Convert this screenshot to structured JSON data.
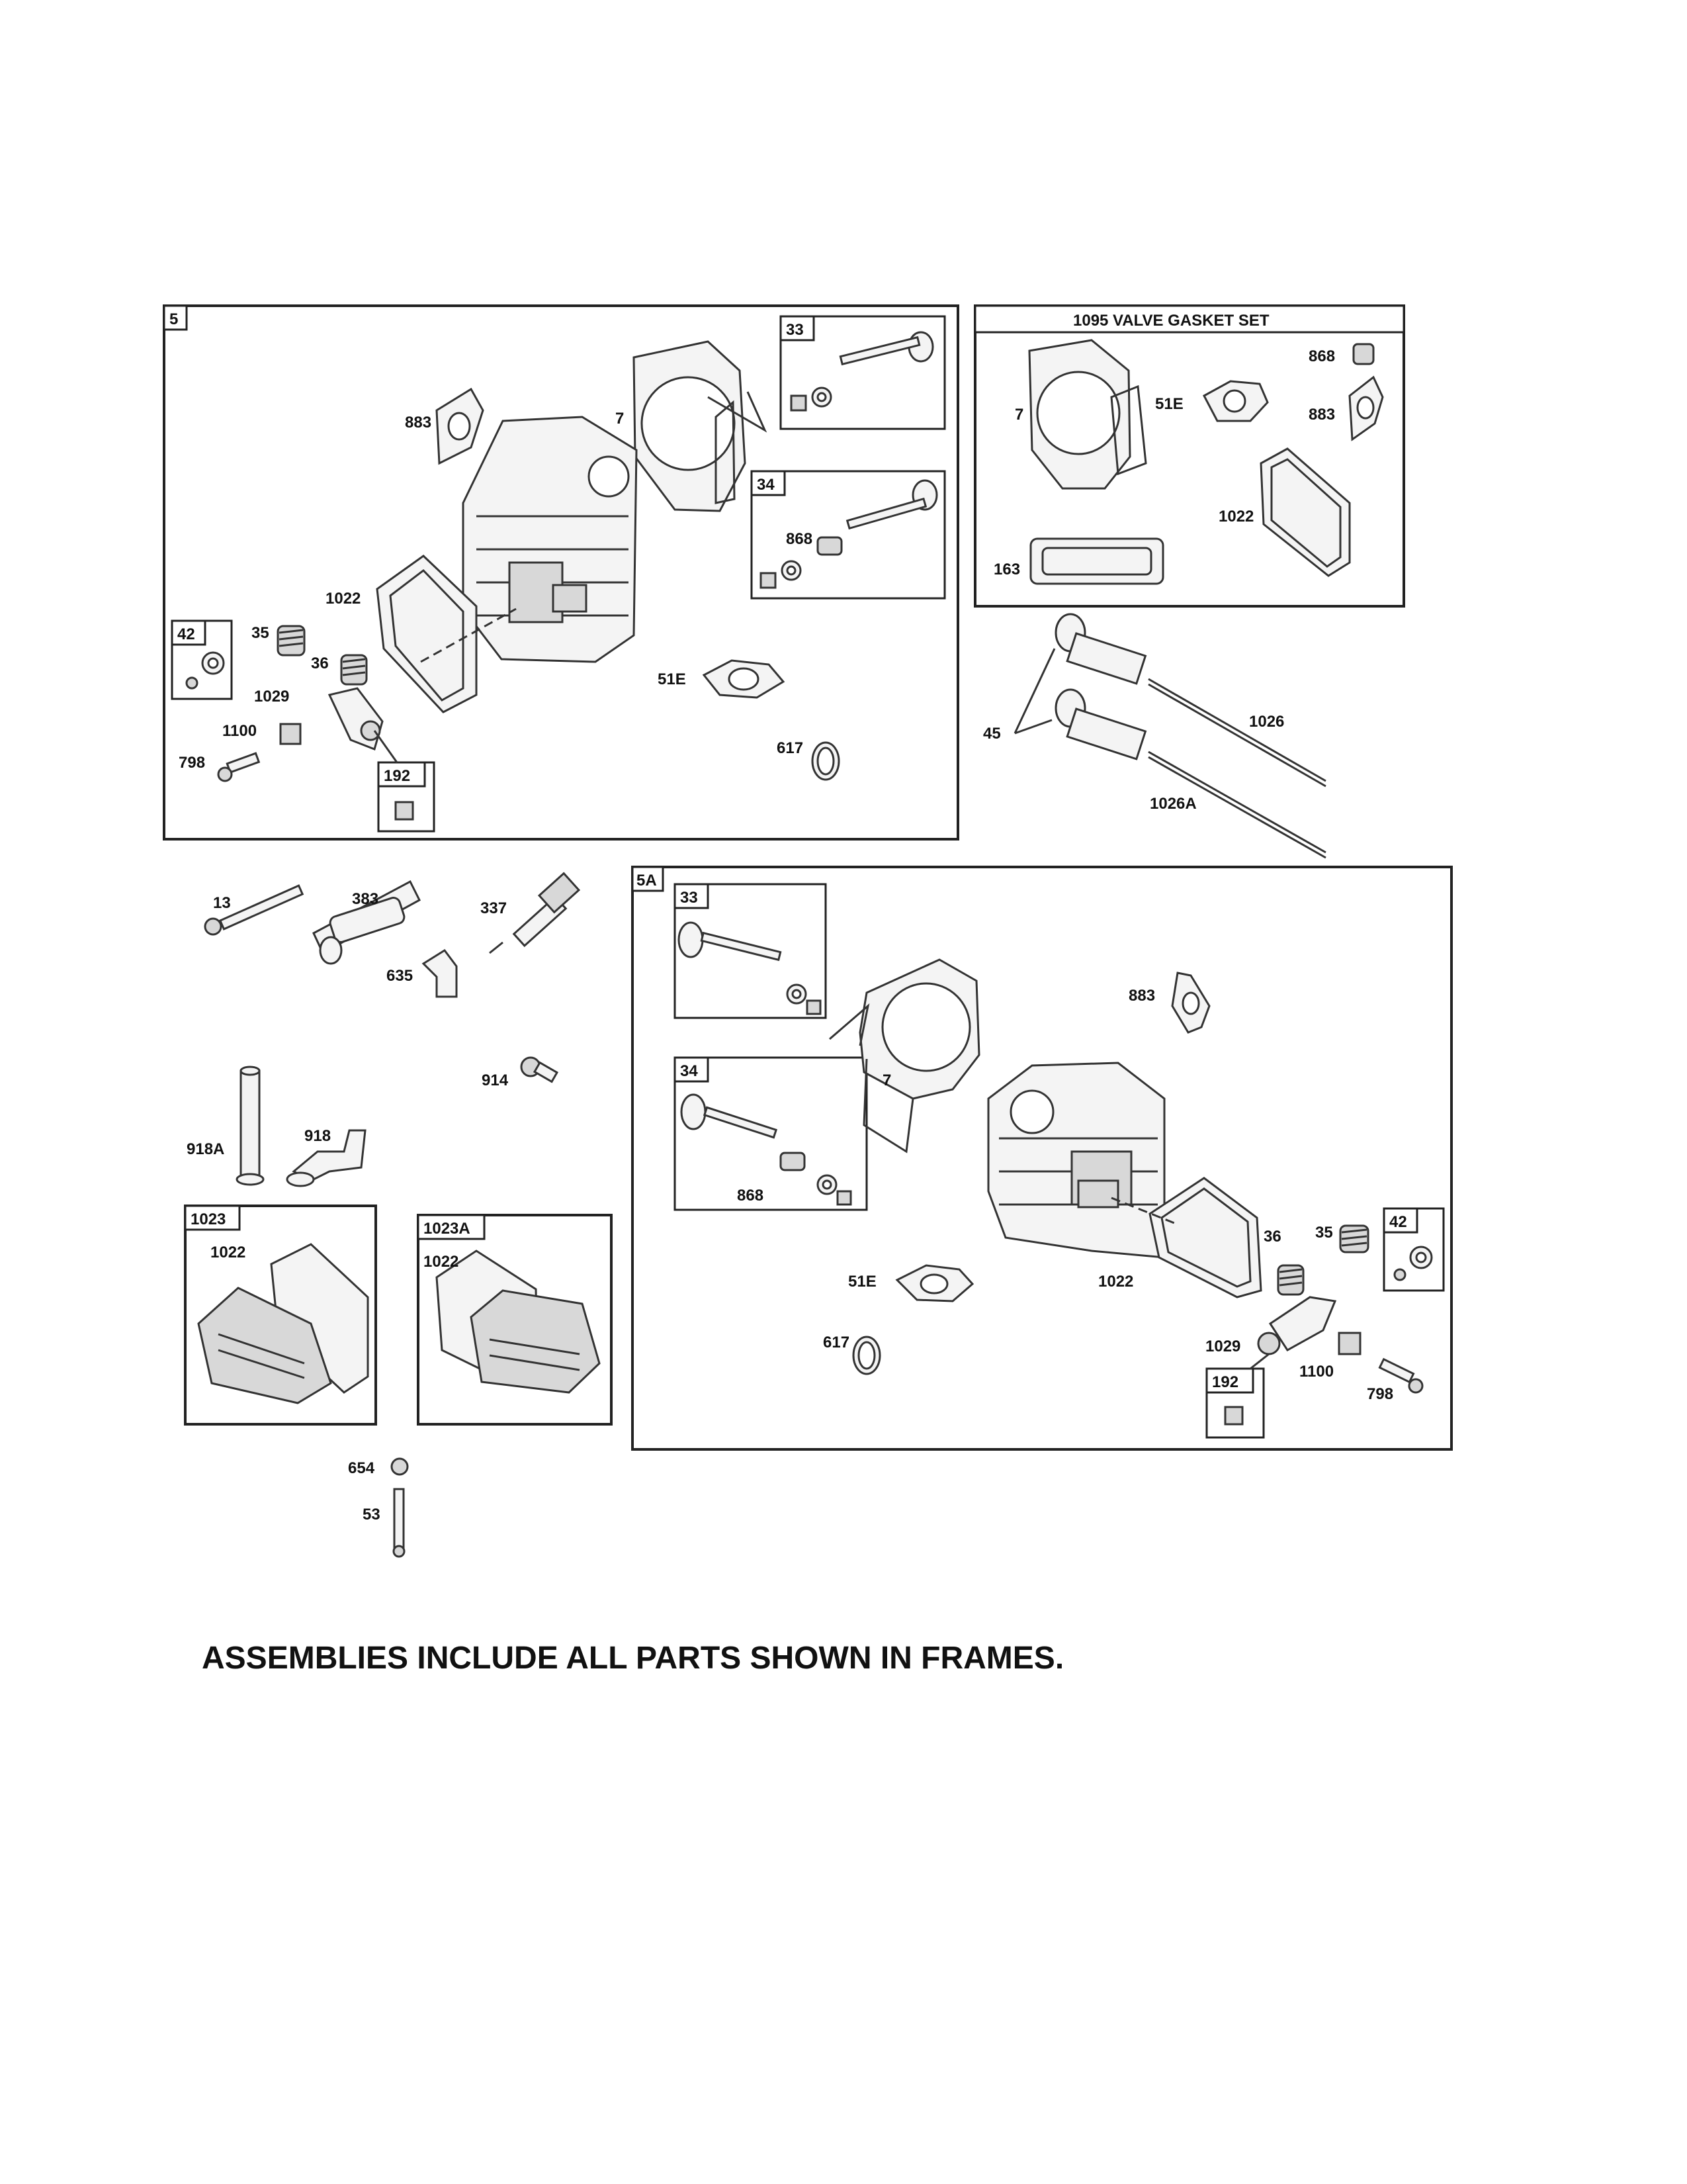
{
  "frames": {
    "f5": "5",
    "f5a": "5A",
    "f1095": "1095 VALVE GASKET SET",
    "f1023": "1023",
    "f1023a": "1023A",
    "s33": "33",
    "s34": "34",
    "s42": "42",
    "s192": "192",
    "s33b": "33",
    "s34b": "34",
    "s42b": "42",
    "s192b": "192"
  },
  "labels": {
    "a883": "883",
    "a7": "7",
    "a868": "868",
    "a1022": "1022",
    "a35": "35",
    "a36": "36",
    "a1029": "1029",
    "a1100": "1100",
    "a798": "798",
    "a51e": "51E",
    "a617": "617",
    "k7": "7",
    "k51e": "51E",
    "k868": "868",
    "k883": "883",
    "k1022": "1022",
    "k163": "163",
    "p45": "45",
    "p1026": "1026",
    "p1026a": "1026A",
    "m13": "13",
    "m383": "383",
    "m337": "337",
    "m635": "635",
    "m914": "914",
    "m918a": "918A",
    "m918": "918",
    "c1022a": "1022",
    "c1022b": "1022",
    "m654": "654",
    "m53": "53",
    "b883": "883",
    "b7": "7",
    "b868": "868",
    "b51e": "51E",
    "b617": "617",
    "b1022": "1022",
    "b36": "36",
    "b35": "35",
    "b1029": "1029",
    "b1100": "1100",
    "b798": "798"
  },
  "footer_note": "ASSEMBLIES INCLUDE ALL PARTS SHOWN IN FRAMES."
}
